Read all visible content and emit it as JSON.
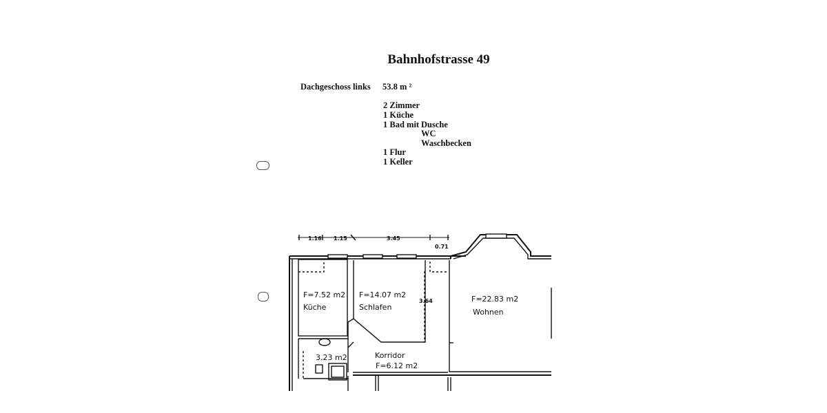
{
  "title": "Bahnhofstrasse 49",
  "floor": "Dachgeschoss links",
  "area": "53.8 m ²",
  "rooms": {
    "zimmer": "2 Zimmer",
    "kueche": "1 Küche",
    "bad": "1 Bad mit",
    "bad_items": [
      "Dusche",
      "WC",
      "Waschbecken"
    ],
    "flur": "1 Flur",
    "keller": "1 Keller"
  },
  "plan": {
    "dims": [
      "1.16",
      "1.15",
      "3.45",
      "0.71",
      "3.64"
    ],
    "kueche": {
      "area": "F=7.52 m2",
      "name": "Küche"
    },
    "schlafen": {
      "area": "F=14.07 m2",
      "name": "Schlafen"
    },
    "wohnen": {
      "area": "F=22.83 m2",
      "name": "Wohnen"
    },
    "bad": {
      "area": "3.23 m2"
    },
    "korridor": {
      "area": "F=6.12 m2",
      "name": "Korridor"
    }
  }
}
